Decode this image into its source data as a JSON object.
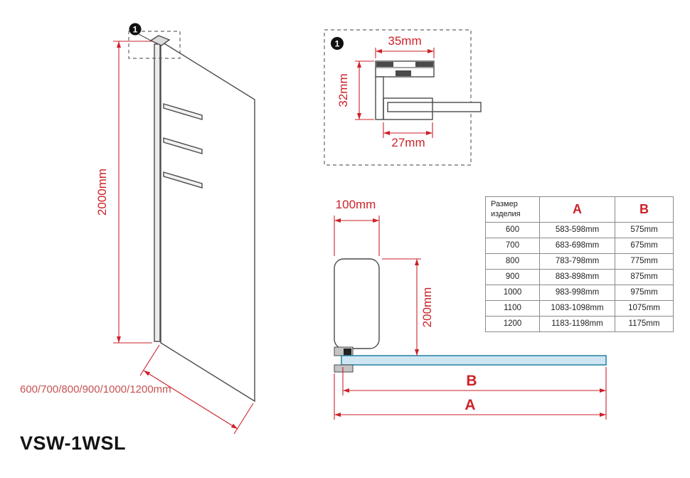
{
  "title": "VSW-1WSL",
  "front_view": {
    "detail_marker": "1",
    "height_label": "2000mm",
    "width_label": "600/700/800/900/1000/1200mm"
  },
  "detail_view": {
    "marker": "1",
    "top_width_label": "35mm",
    "side_height_label": "32mm",
    "bottom_width_label": "27mm"
  },
  "side_view": {
    "depth_label": "100mm",
    "bracket_height_label": "200mm",
    "dim_b_label": "B",
    "dim_a_label": "A"
  },
  "table": {
    "header_size": "Размер изделия",
    "header_a": "A",
    "header_b": "B",
    "rows": [
      {
        "size": "600",
        "a": "583-598mm",
        "b": "575mm"
      },
      {
        "size": "700",
        "a": "683-698mm",
        "b": "675mm"
      },
      {
        "size": "800",
        "a": "783-798mm",
        "b": "775mm"
      },
      {
        "size": "900",
        "a": "883-898mm",
        "b": "875mm"
      },
      {
        "size": "1000",
        "a": "983-998mm",
        "b": "975mm"
      },
      {
        "size": "1100",
        "a": "1083-1098mm",
        "b": "1075mm"
      },
      {
        "size": "1200",
        "a": "1183-1198mm",
        "b": "1175mm"
      }
    ]
  },
  "colors": {
    "dimension_red": "#cc2229",
    "drawing_line": "#4a4a4a",
    "glass_fill": "#cfe6f2",
    "glass_stroke": "#2e86a8"
  }
}
